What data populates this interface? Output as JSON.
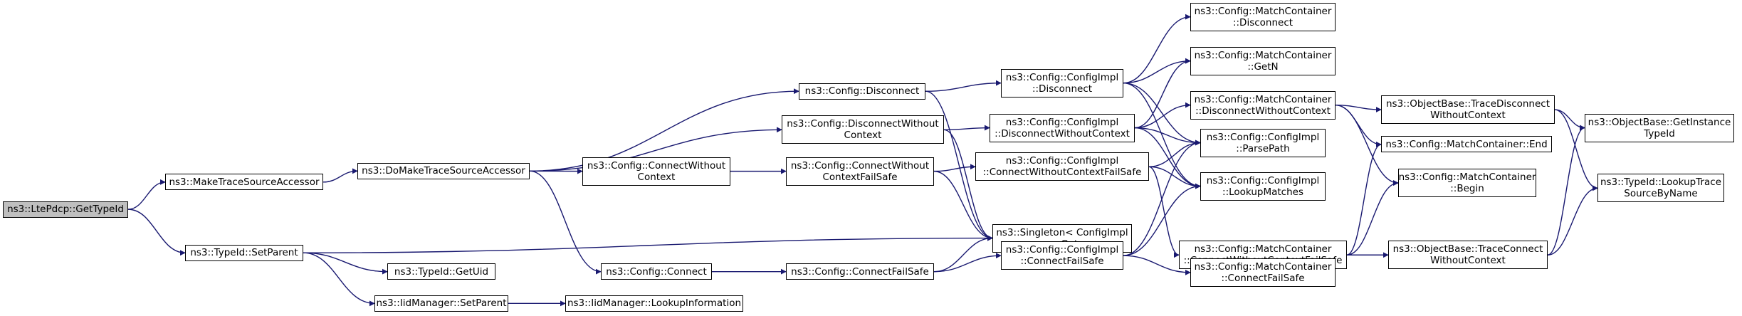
{
  "colors": {
    "edge": "#191970",
    "node_border": "#000000",
    "root_fill": "#bfbfbf",
    "node_fill": "#ffffff"
  },
  "nodes": {
    "root": [
      "ns3::LtePdcp::GetTypeId"
    ],
    "make_trace_source_accessor": [
      "ns3::MakeTraceSourceAccessor"
    ],
    "typeid_set_parent": [
      "ns3::TypeId::SetParent"
    ],
    "do_make_trace_source_accessor": [
      "ns3::DoMakeTraceSourceAccessor"
    ],
    "typeid_get_uid": [
      "ns3::TypeId::GetUid"
    ],
    "iidmanager_set_parent": [
      "ns3::IidManager::SetParent"
    ],
    "iidmanager_lookup_information": [
      "ns3::IidManager::LookupInformation"
    ],
    "config_disconnect": [
      "ns3::Config::Disconnect"
    ],
    "config_disconnect_without_context": [
      "ns3::Config::DisconnectWithout",
      "Context"
    ],
    "config_connect_without_context": [
      "ns3::Config::ConnectWithout",
      "Context"
    ],
    "config_connect": [
      "ns3::Config::Connect"
    ],
    "config_connect_without_context_failsafe": [
      "ns3::Config::ConnectWithout",
      "ContextFailSafe"
    ],
    "config_connect_failsafe": [
      "ns3::Config::ConnectFailSafe"
    ],
    "singleton_get": [
      "ns3::Singleton< ConfigImpl",
      " >::Get"
    ],
    "configimpl_disconnect": [
      "ns3::Config::ConfigImpl",
      "::Disconnect"
    ],
    "configimpl_disconnect_without_context": [
      "ns3::Config::ConfigImpl",
      "::DisconnectWithoutContext"
    ],
    "configimpl_connect_without_context_failsafe": [
      "ns3::Config::ConfigImpl",
      "::ConnectWithoutContextFailSafe"
    ],
    "configimpl_connect_failsafe": [
      "ns3::Config::ConfigImpl",
      "::ConnectFailSafe"
    ],
    "matchcontainer_disconnect": [
      "ns3::Config::MatchContainer",
      "::Disconnect"
    ],
    "matchcontainer_getn": [
      "ns3::Config::MatchContainer",
      "::GetN"
    ],
    "matchcontainer_disconnect_without_context": [
      "ns3::Config::MatchContainer",
      "::DisconnectWithoutContext"
    ],
    "configimpl_parse_path": [
      "ns3::Config::ConfigImpl",
      "::ParsePath"
    ],
    "configimpl_lookup_matches": [
      "ns3::Config::ConfigImpl",
      "::LookupMatches"
    ],
    "matchcontainer_connect_without_context_failsafe": [
      "ns3::Config::MatchContainer",
      "::ConnectWithoutContextFailSafe"
    ],
    "matchcontainer_connect_failsafe": [
      "ns3::Config::MatchContainer",
      "::ConnectFailSafe"
    ],
    "objectbase_trace_disconnect_without_context": [
      "ns3::ObjectBase::TraceDisconnect",
      "WithoutContext"
    ],
    "matchcontainer_end": [
      "ns3::Config::MatchContainer::End"
    ],
    "matchcontainer_begin": [
      "ns3::Config::MatchContainer",
      "::Begin"
    ],
    "objectbase_trace_connect_without_context": [
      "ns3::ObjectBase::TraceConnect",
      "WithoutContext"
    ],
    "objectbase_get_instance_typeid": [
      "ns3::ObjectBase::GetInstance",
      "TypeId"
    ],
    "typeid_lookup_trace_source_by_name": [
      "ns3::TypeId::LookupTrace",
      "SourceByName"
    ]
  },
  "edges": [
    [
      "root",
      "make_trace_source_accessor"
    ],
    [
      "root",
      "typeid_set_parent"
    ],
    [
      "make_trace_source_accessor",
      "do_make_trace_source_accessor"
    ],
    [
      "typeid_set_parent",
      "typeid_get_uid"
    ],
    [
      "typeid_set_parent",
      "iidmanager_set_parent"
    ],
    [
      "typeid_set_parent",
      "singleton_get"
    ],
    [
      "iidmanager_set_parent",
      "iidmanager_lookup_information"
    ],
    [
      "do_make_trace_source_accessor",
      "config_disconnect"
    ],
    [
      "do_make_trace_source_accessor",
      "config_disconnect_without_context"
    ],
    [
      "do_make_trace_source_accessor",
      "config_connect_without_context"
    ],
    [
      "do_make_trace_source_accessor",
      "config_connect"
    ],
    [
      "config_connect_without_context",
      "config_connect_without_context_failsafe"
    ],
    [
      "config_connect",
      "config_connect_failsafe"
    ],
    [
      "config_disconnect",
      "configimpl_disconnect"
    ],
    [
      "config_disconnect",
      "singleton_get"
    ],
    [
      "config_disconnect_without_context",
      "configimpl_disconnect_without_context"
    ],
    [
      "config_disconnect_without_context",
      "singleton_get"
    ],
    [
      "config_connect_without_context_failsafe",
      "configimpl_connect_without_context_failsafe"
    ],
    [
      "config_connect_without_context_failsafe",
      "singleton_get"
    ],
    [
      "config_connect_failsafe",
      "singleton_get"
    ],
    [
      "config_connect_failsafe",
      "configimpl_connect_failsafe"
    ],
    [
      "configimpl_disconnect",
      "matchcontainer_disconnect"
    ],
    [
      "configimpl_disconnect",
      "matchcontainer_getn"
    ],
    [
      "configimpl_disconnect",
      "configimpl_parse_path"
    ],
    [
      "configimpl_disconnect",
      "configimpl_lookup_matches"
    ],
    [
      "configimpl_disconnect_without_context",
      "matchcontainer_getn"
    ],
    [
      "configimpl_disconnect_without_context",
      "matchcontainer_disconnect_without_context"
    ],
    [
      "configimpl_disconnect_without_context",
      "configimpl_parse_path"
    ],
    [
      "configimpl_disconnect_without_context",
      "configimpl_lookup_matches"
    ],
    [
      "configimpl_connect_without_context_failsafe",
      "configimpl_parse_path"
    ],
    [
      "configimpl_connect_without_context_failsafe",
      "configimpl_lookup_matches"
    ],
    [
      "configimpl_connect_without_context_failsafe",
      "matchcontainer_connect_without_context_failsafe"
    ],
    [
      "configimpl_connect_failsafe",
      "configimpl_parse_path"
    ],
    [
      "configimpl_connect_failsafe",
      "configimpl_lookup_matches"
    ],
    [
      "configimpl_connect_failsafe",
      "matchcontainer_connect_failsafe"
    ],
    [
      "matchcontainer_disconnect_without_context",
      "objectbase_trace_disconnect_without_context"
    ],
    [
      "matchcontainer_disconnect_without_context",
      "matchcontainer_end"
    ],
    [
      "matchcontainer_disconnect_without_context",
      "matchcontainer_begin"
    ],
    [
      "matchcontainer_connect_without_context_failsafe",
      "matchcontainer_end"
    ],
    [
      "matchcontainer_connect_without_context_failsafe",
      "matchcontainer_begin"
    ],
    [
      "matchcontainer_connect_without_context_failsafe",
      "objectbase_trace_connect_without_context"
    ],
    [
      "objectbase_trace_disconnect_without_context",
      "objectbase_get_instance_typeid"
    ],
    [
      "objectbase_trace_disconnect_without_context",
      "typeid_lookup_trace_source_by_name"
    ],
    [
      "objectbase_trace_connect_without_context",
      "objectbase_get_instance_typeid"
    ],
    [
      "objectbase_trace_connect_without_context",
      "typeid_lookup_trace_source_by_name"
    ]
  ]
}
